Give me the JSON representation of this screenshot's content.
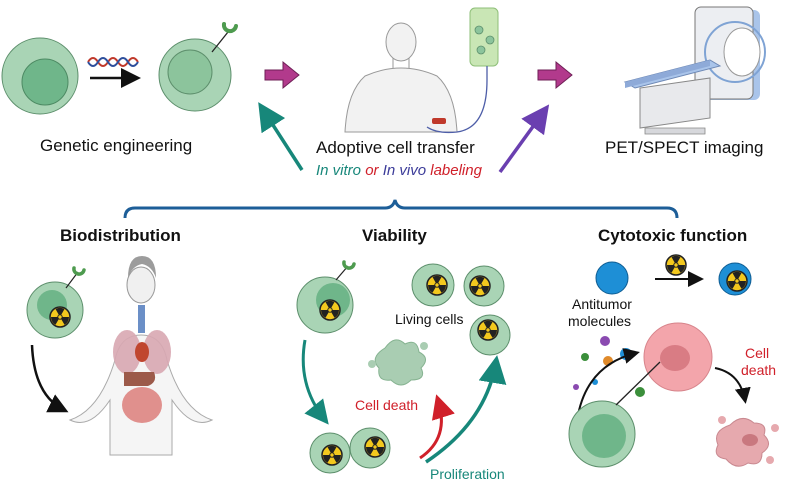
{
  "workflow": {
    "steps": [
      {
        "label": "Genetic engineering"
      },
      {
        "label": "Adoptive cell transfer"
      },
      {
        "label": "PET/SPECT imaging"
      }
    ],
    "labeling": {
      "in_vitro": "In vitro",
      "or": "or",
      "in_vivo": "In vivo",
      "labeling": "labeling"
    }
  },
  "panels": [
    {
      "title": "Biodistribution"
    },
    {
      "title": "Viability",
      "labels": {
        "living": "Living cells",
        "death": "Cell death",
        "proliferation": "Proliferation"
      }
    },
    {
      "title": "Cytotoxic function",
      "labels": {
        "molecules_line1": "Antitumor",
        "molecules_line2": "molecules",
        "death_line1": "Cell",
        "death_line2": "death"
      }
    }
  ],
  "colors": {
    "cell_outer": "#a9d4b5",
    "cell_inner": "#6fb68a",
    "arrow_magenta": "#b23a8c",
    "arrow_teal": "#17877a",
    "arrow_purple": "#6a3fb0",
    "bracket": "#1d5e98",
    "panel_border": "#8fa9cc",
    "death_red": "#d0202a",
    "proliferation_teal": "#17877a",
    "in_vitro": "#17877a",
    "in_vivo": "#3b3b99"
  }
}
